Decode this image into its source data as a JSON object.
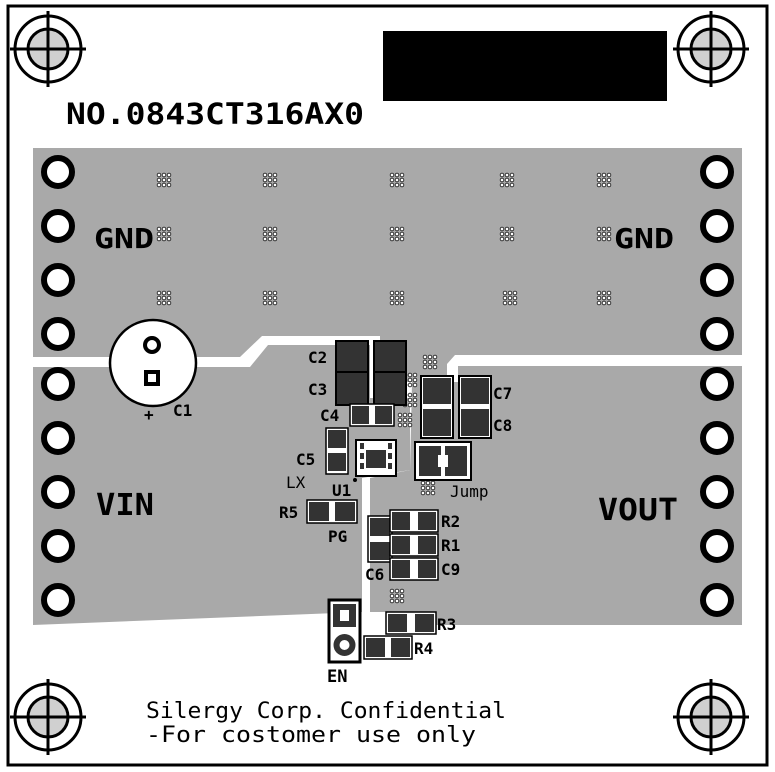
{
  "board": {
    "part_number": "NO.0843CT316AX0",
    "footer_line1": "Silergy Corp. Confidential",
    "footer_line2": "-For costomer use only"
  },
  "nets": {
    "gnd_left": "GND",
    "gnd_right": "GND",
    "vin": "VIN",
    "vout": "VOUT"
  },
  "designators": {
    "c1": "C1",
    "c1_polarity": "+",
    "c2": "C2",
    "c3": "C3",
    "c4": "C4",
    "c5": "C5",
    "c6": "C6",
    "c7": "C7",
    "c8": "C8",
    "c9": "C9",
    "r1": "R1",
    "r2": "R2",
    "r3": "R3",
    "r4": "R4",
    "r5": "R5",
    "u1": "U1",
    "lx": "LX",
    "pg": "PG",
    "jump": "Jump",
    "en": "EN"
  },
  "colors": {
    "copper": "#a9a9a9",
    "pad": "#333333",
    "outline": "#000000",
    "board": "#ffffff",
    "redaction": "#000000"
  }
}
